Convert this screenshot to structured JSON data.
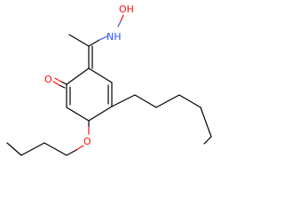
{
  "molecule": {
    "atom_labels": {
      "hydroxyl": "OH",
      "amine": "NH",
      "ring_oxygen": "O",
      "ether_oxygen": "O"
    },
    "colors": {
      "bond": "#000000",
      "oxygen": "#ff0d0d",
      "nitrogen": "#3050f8",
      "background": "#ffffff"
    }
  }
}
